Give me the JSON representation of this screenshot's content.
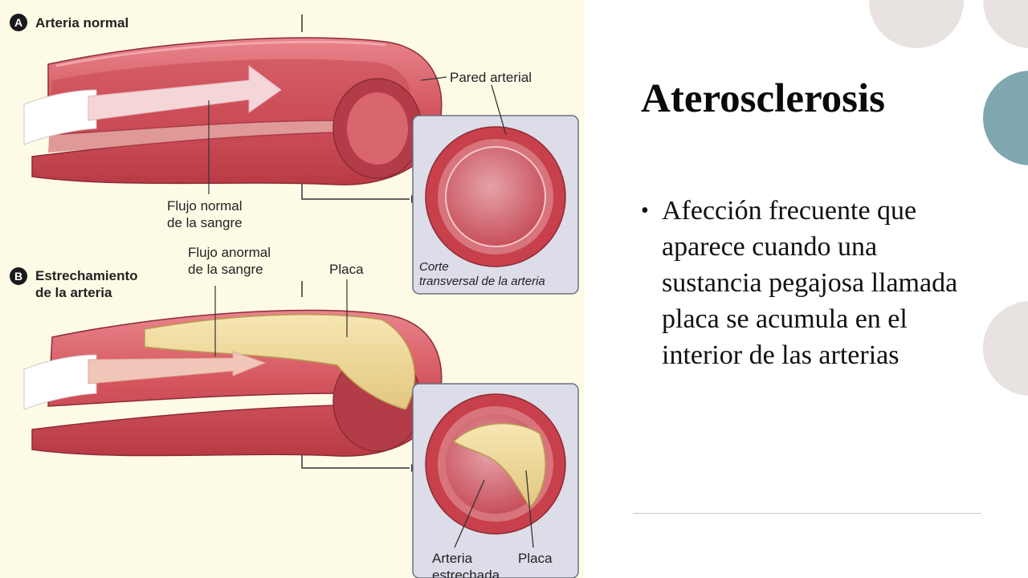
{
  "slide": {
    "title": "Aterosclerosis",
    "bullet": "Afección frecuente que aparece cuando una sustancia pegajosa llamada placa se acumula en el interior de las arterias",
    "colors": {
      "teal_circle": "#7fa7b0",
      "gray_circle": "#e8e3e1",
      "accent_rule": "#c8c8c8"
    }
  },
  "figure": {
    "panel_a": {
      "badge": "A",
      "title": "Arteria normal"
    },
    "panel_b": {
      "badge": "B",
      "title": "Estrechamiento\nde la arteria"
    },
    "labels": {
      "pared_arterial": "Pared arterial",
      "flujo_normal": "Flujo normal\nde la sangre",
      "flujo_anormal": "Flujo anormal\nde la sangre",
      "placa_top": "Placa",
      "corte": "Corte\ntransversal de la arteria",
      "arteria_estrechada": "Arteria\nestrechada",
      "placa_bottom": "Placa"
    }
  }
}
